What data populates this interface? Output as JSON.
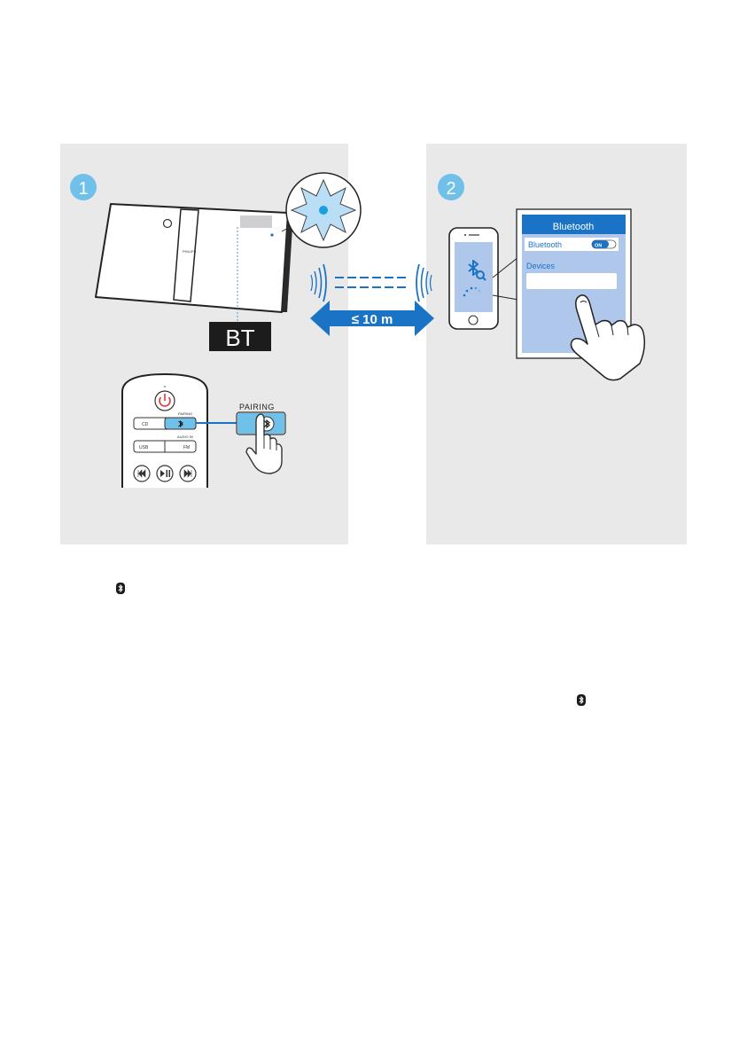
{
  "step1": {
    "number": "1"
  },
  "step2": {
    "number": "2"
  },
  "display": {
    "text": "BT"
  },
  "distance": {
    "label": "≤ 10 m"
  },
  "remote": {
    "pairing_label": "PAIRING",
    "audio_in_label": "AUDIO IN",
    "cd_label": "CD",
    "usb_label": "USB",
    "fm_label": "FM"
  },
  "callout": {
    "pairing_label": "PAIRING"
  },
  "unit": {
    "brand": "PHILIPS"
  },
  "phone_screen": {
    "header": "Bluetooth",
    "toggle_label": "Bluetooth",
    "toggle_state": "ON",
    "devices_label": "Devices"
  },
  "colors": {
    "accent_blue": "#1a73c5",
    "light_blue": "#6fc1e9",
    "panel_gray": "#e9e9ea",
    "phone_screen_bg": "#aec7ea"
  }
}
